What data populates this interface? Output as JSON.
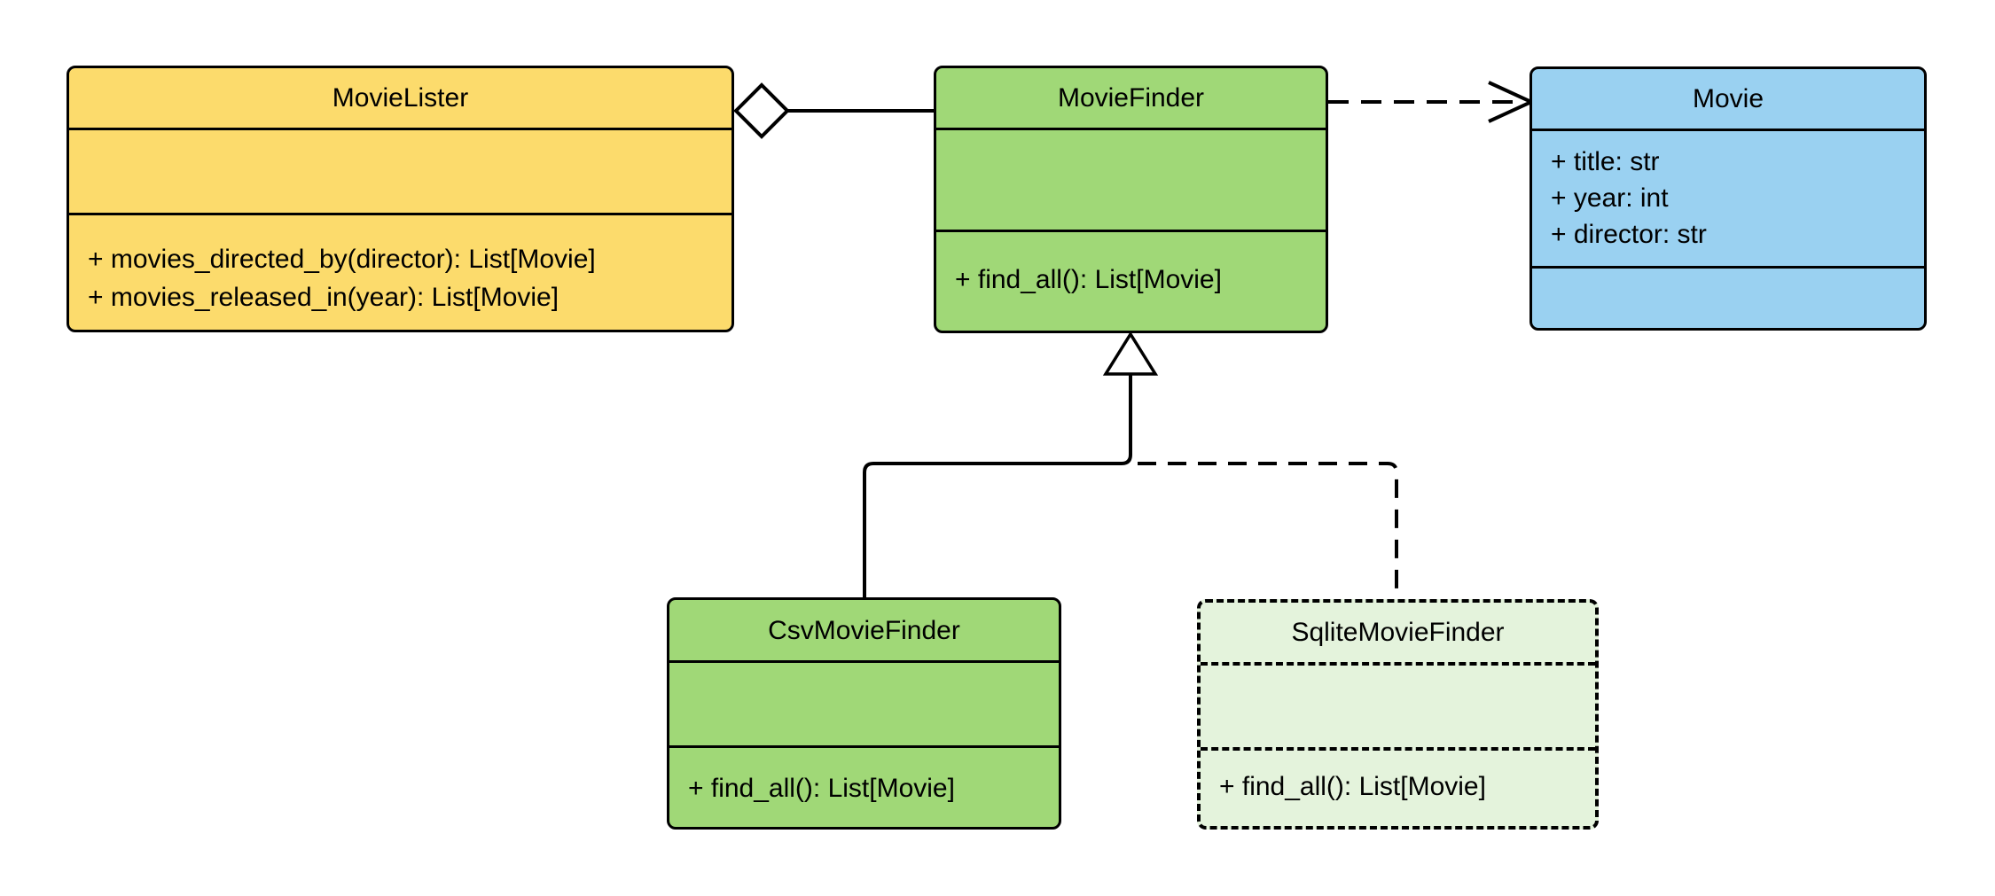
{
  "diagram": {
    "type": "uml-class-diagram",
    "background_color": "#FFFFFF",
    "line_color": "#000000",
    "classes": {
      "movieLister": {
        "name": "MovieLister",
        "fill": "#FCDB6C",
        "border_style": "solid",
        "attributes": [],
        "methods": [
          "+ movies_directed_by(director): List[Movie]",
          "+ movies_released_in(year): List[Movie]"
        ]
      },
      "movieFinder": {
        "name": "MovieFinder",
        "fill": "#A0D877",
        "border_style": "solid",
        "attributes": [],
        "methods": [
          "+ find_all(): List[Movie]"
        ]
      },
      "movie": {
        "name": "Movie",
        "fill": "#9AD1F1",
        "border_style": "solid",
        "attributes": [
          "+ title: str",
          "+ year: int",
          "+ director: str"
        ],
        "methods": []
      },
      "csvMovieFinder": {
        "name": "CsvMovieFinder",
        "fill": "#A0D877",
        "border_style": "solid",
        "attributes": [],
        "methods": [
          "+ find_all(): List[Movie]"
        ]
      },
      "sqliteMovieFinder": {
        "name": "SqliteMovieFinder",
        "fill": "#E4F3DC",
        "border_style": "dashed",
        "attributes": [],
        "methods": [
          "+ find_all(): List[Movie]"
        ]
      }
    },
    "relationships": [
      {
        "type": "aggregation",
        "from": "MovieLister",
        "to": "MovieFinder",
        "line": "solid",
        "marker": "open-diamond-at-whole"
      },
      {
        "type": "dependency",
        "from": "MovieFinder",
        "to": "Movie",
        "line": "dashed",
        "marker": "open-arrowhead"
      },
      {
        "type": "inheritance",
        "from": "CsvMovieFinder",
        "to": "MovieFinder",
        "line": "solid",
        "marker": "hollow-triangle"
      },
      {
        "type": "inheritance",
        "from": "SqliteMovieFinder",
        "to": "MovieFinder",
        "line": "dashed",
        "marker": "hollow-triangle"
      }
    ]
  }
}
